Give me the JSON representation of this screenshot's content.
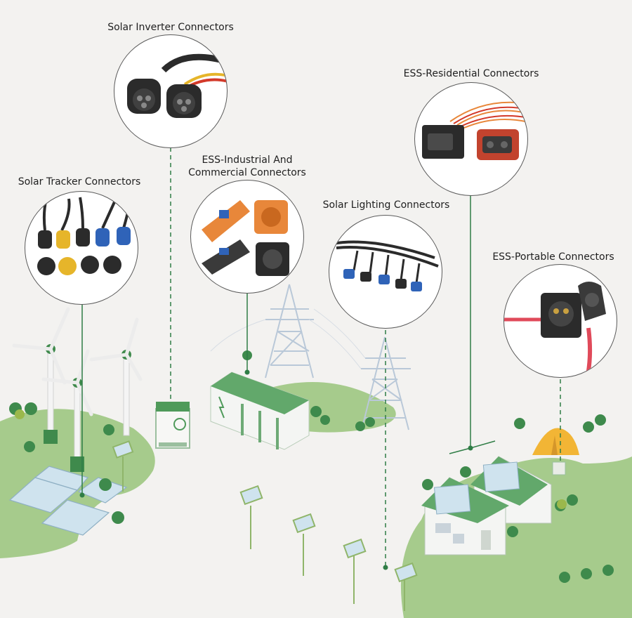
{
  "labels": {
    "solar_inverter": "Solar Inverter Connectors",
    "ess_residential": "ESS-Residential Connectors",
    "ess_industrial_line1": "ESS-Industrial And",
    "ess_industrial_line2": "Commercial Connectors",
    "solar_tracker": "Solar Tracker Connectors",
    "solar_lighting": "Solar Lighting Connectors",
    "ess_portable": "ESS-Portable Connectors"
  },
  "colors": {
    "background": "#f3f2f0",
    "grass": "#a6cb8c",
    "grass_dark": "#8fbd75",
    "brand_green": "#4f9a5a",
    "dark_green": "#2f6b3a",
    "connector_line": "#2f7d46",
    "roof_green": "#62a86b",
    "solar_panel": "#cfe3ee",
    "tent": "#f2b535",
    "connector_orange": "#e8873a",
    "connector_black": "#2b2b2b",
    "connector_blue": "#2f63b8",
    "connector_yellow": "#e6b52a"
  },
  "icons": [
    "wind-turbine-icon",
    "solar-panel-icon",
    "tree-icon",
    "house-icon",
    "transmission-tower-icon",
    "battery-storage-icon",
    "street-light-icon",
    "tent-icon",
    "lightning-icon"
  ]
}
